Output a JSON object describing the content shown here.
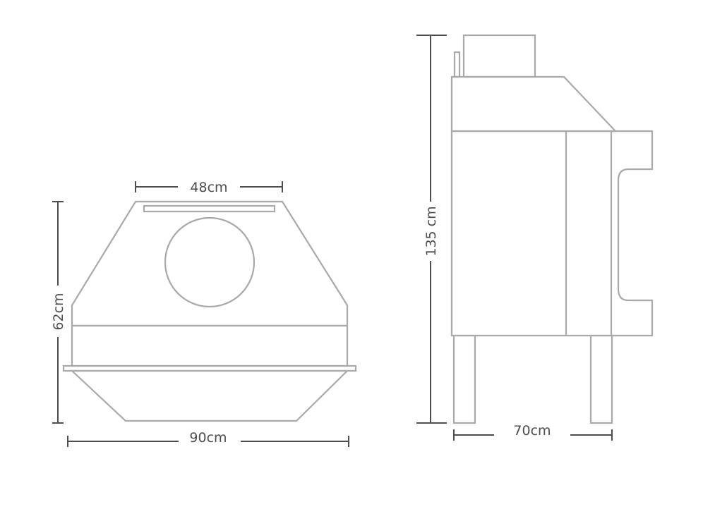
{
  "dimensions": {
    "front_top_width": "48cm",
    "front_height": "62cm",
    "front_width": "90cm",
    "side_height": "135 cm",
    "side_depth": "70cm"
  },
  "colors": {
    "outline": "#a9a9a9",
    "dimension": "#4d4d4d",
    "background": "#ffffff"
  }
}
